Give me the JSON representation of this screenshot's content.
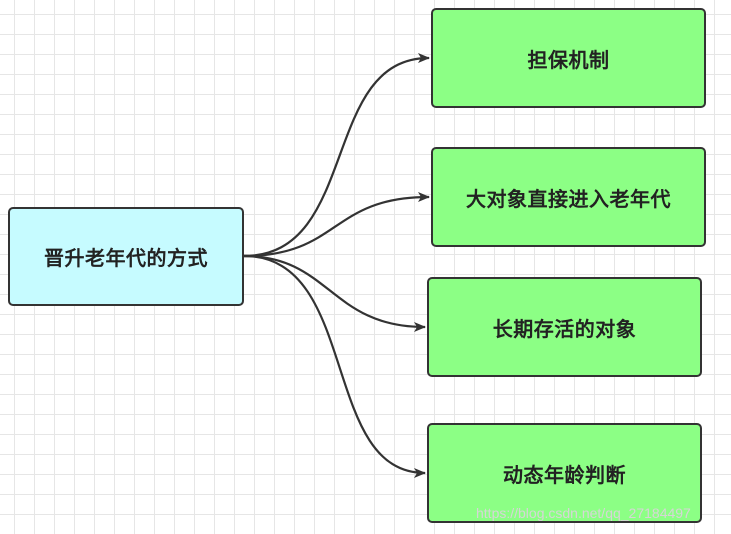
{
  "diagram": {
    "root": {
      "label": "晋升老年代的方式"
    },
    "children": [
      {
        "label": "担保机制"
      },
      {
        "label": "大对象直接进入老年代"
      },
      {
        "label": "长期存活的对象"
      },
      {
        "label": "动态年龄判断"
      }
    ],
    "colors": {
      "root_fill": "#c6fbff",
      "child_fill": "#8cff85",
      "stroke": "#333333",
      "grid": "#e6e6e6"
    }
  },
  "watermark": {
    "text": "https://blog.csdn.net/qq_27184497"
  }
}
